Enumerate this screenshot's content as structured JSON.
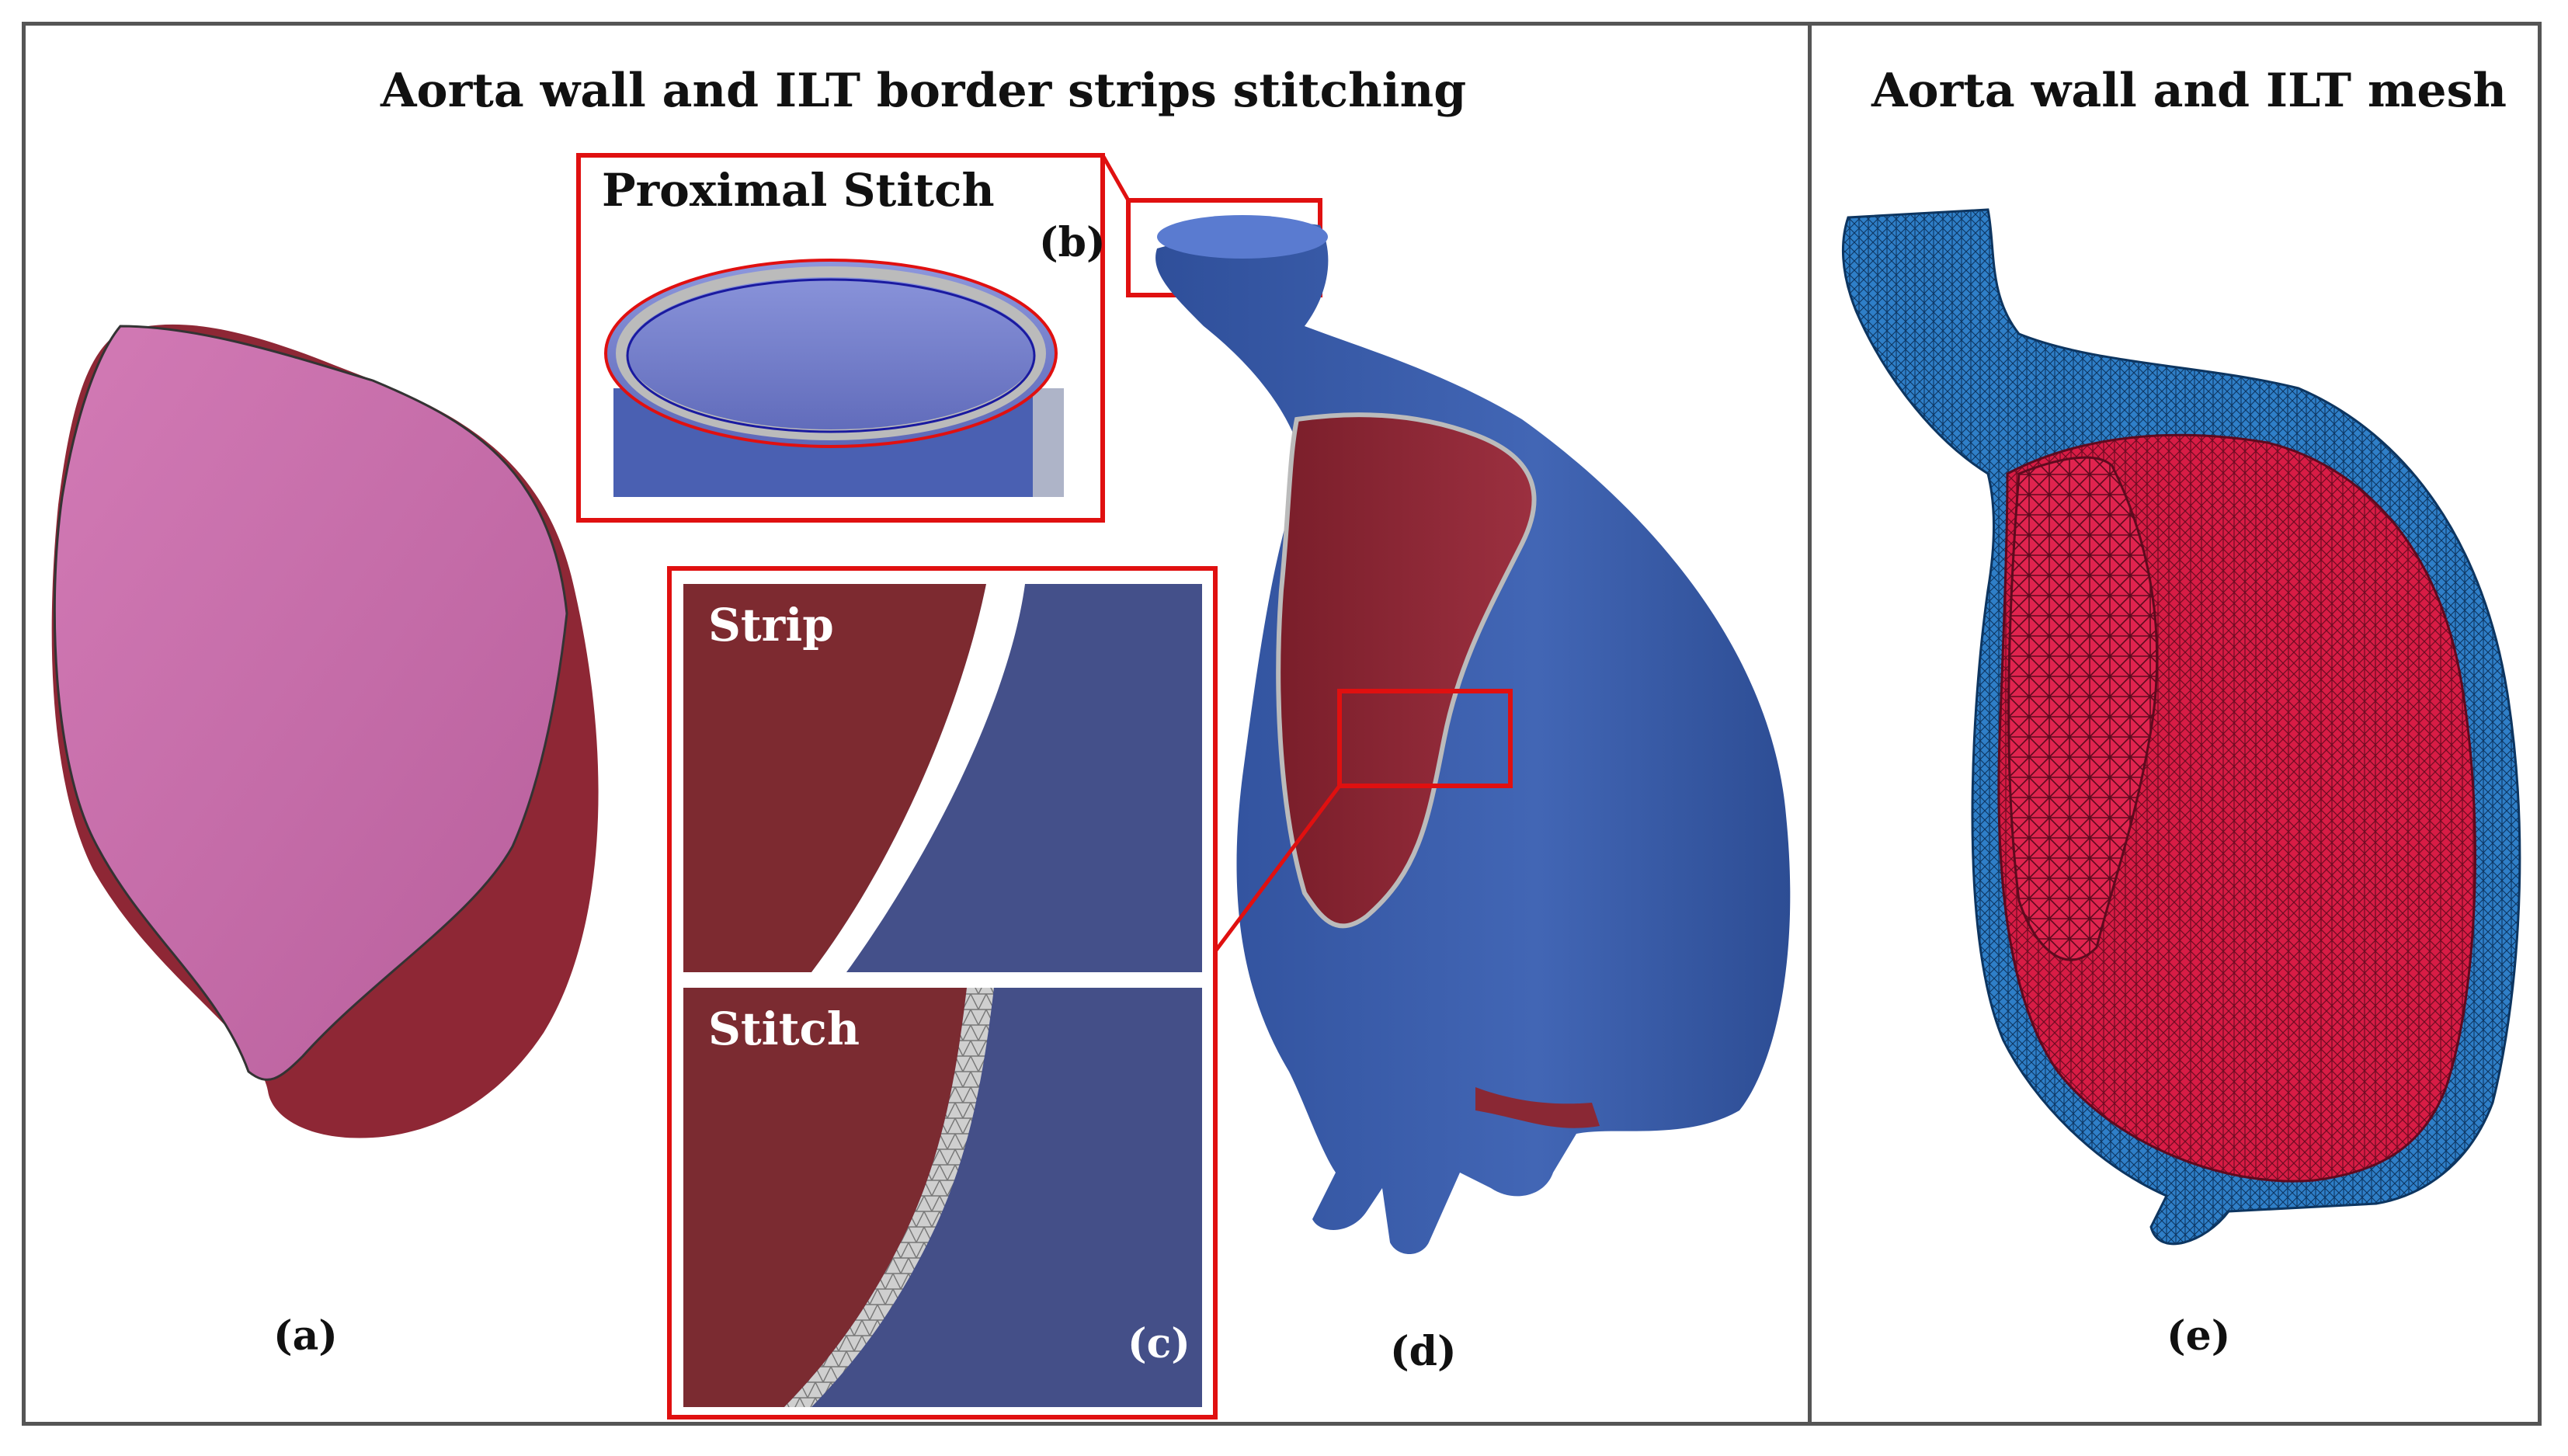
{
  "left_panel": {
    "title": "Aorta wall and ILT border strips stitching",
    "labels": {
      "a": "(a)",
      "b": "(b)",
      "c": "(c)",
      "d": "(d)"
    },
    "inset_proximal": {
      "title": "Proximal Stitch"
    },
    "inset_zoom": {
      "top_label": "Strip",
      "bottom_label": "Stitch"
    }
  },
  "right_panel": {
    "title": "Aorta wall and ILT mesh",
    "labels": {
      "e": "(e)"
    }
  },
  "colors": {
    "wall_blue": "#3a5ea8",
    "ilt_red": "#8c2a35",
    "lumen_pink": "#c96aa8",
    "mesh_red": "#d81c45",
    "mesh_blue": "#2f7fc8",
    "callout_red": "#e01010",
    "frame_gray": "#555555"
  }
}
